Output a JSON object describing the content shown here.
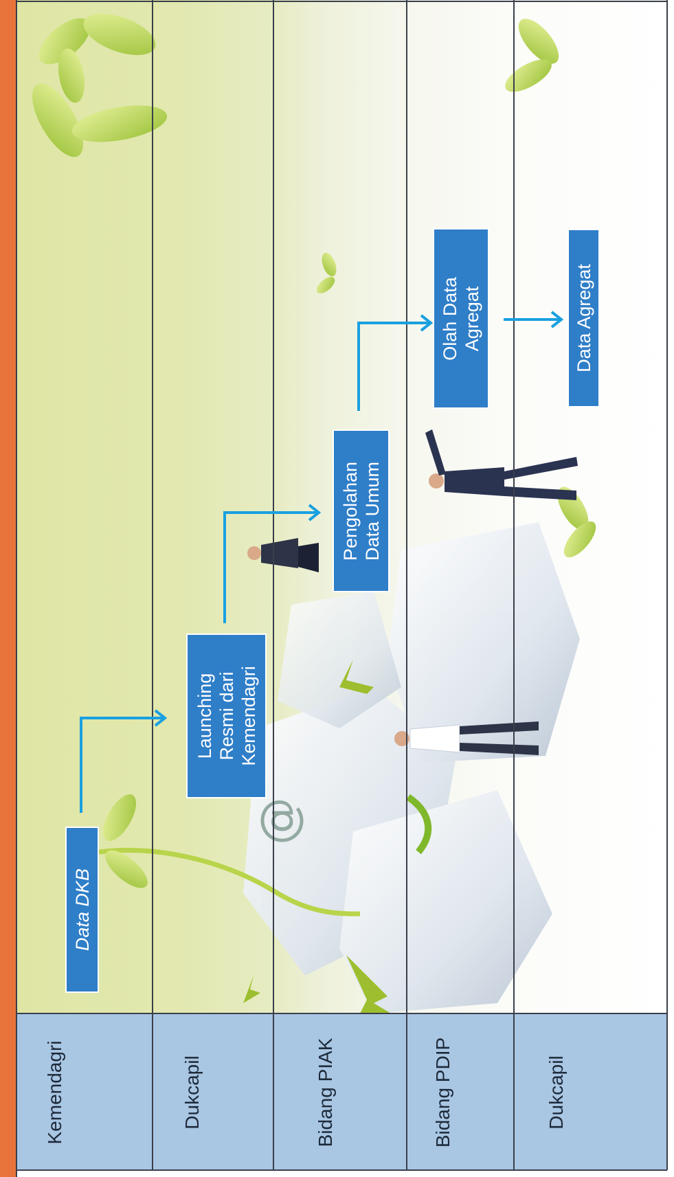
{
  "lanes": [
    {
      "id": "kemendagri",
      "label": "Kemendagri"
    },
    {
      "id": "dukcapil-1",
      "label": "Dukcapil"
    },
    {
      "id": "bidang-piak",
      "label": "Bidang PIAK"
    },
    {
      "id": "bidang-pdip",
      "label": "Bidang PDIP"
    },
    {
      "id": "dukcapil-2",
      "label": "Dukcapil"
    }
  ],
  "steps": [
    {
      "id": "data-dkb",
      "label": "Data DKB",
      "lane": "Kemendagri"
    },
    {
      "id": "launching",
      "label": "Launching\nResmi dari\nKemendagri",
      "lane": "Dukcapil"
    },
    {
      "id": "pengolahan",
      "label": "Pengolahan\nData Umum",
      "lane": "Bidang PIAK"
    },
    {
      "id": "olah-data",
      "label": "Olah Data\nAgregat",
      "lane": "Bidang PDIP"
    },
    {
      "id": "data-agregat",
      "label": "Data Agregat",
      "lane": "Dukcapil"
    }
  ],
  "colors": {
    "box": "#2f7ec8",
    "arrow": "#1aa0e0",
    "lane_label_bg": "#a9c6e3",
    "accent_bar": "#e8743b"
  }
}
